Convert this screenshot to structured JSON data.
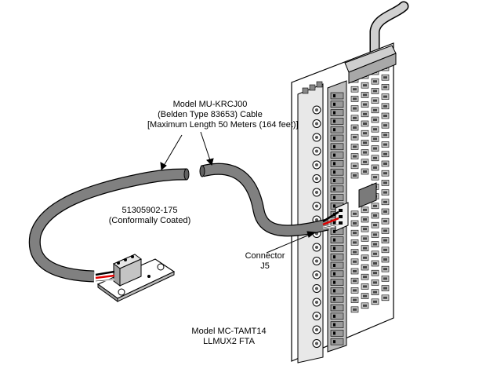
{
  "labels": {
    "cable": {
      "line1": "Model MU-KRCJ00",
      "line2": "(Belden Type 83653) Cable",
      "line3": "[Maximum Length 50 Meters (164 feet)]"
    },
    "small_board": {
      "line1": "51305902-175",
      "line2": "(Conformally Coated)"
    },
    "connector": {
      "line1": "Connector",
      "line2": "J5"
    },
    "fta": {
      "line1": "Model MC-TAMT14",
      "line2": "LLMUX2 FTA"
    }
  },
  "colors": {
    "cable_gray": "#808080",
    "board_white": "#ffffff",
    "board_panel": "#d9d9d9",
    "terminal_gray": "#b0b0b0",
    "outline": "#000000",
    "wire_red": "#e00000"
  }
}
